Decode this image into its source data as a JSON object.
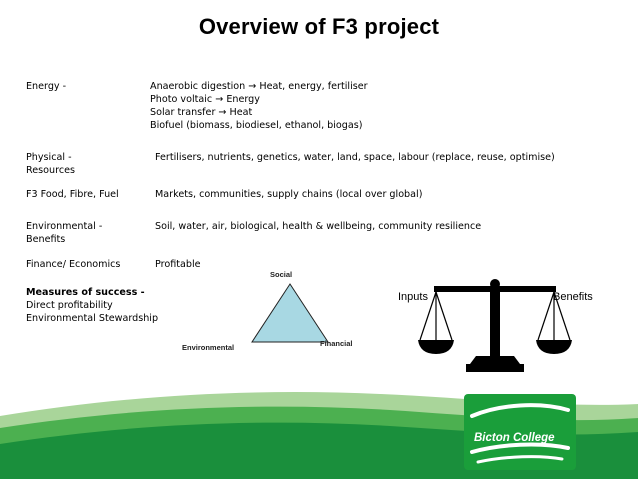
{
  "title": "Overview of F3 project",
  "rows": [
    {
      "label": [
        "Energy   -"
      ],
      "values": [
        "Anaerobic digestion → Heat, energy, fertiliser",
        "Photo voltaic → Energy",
        "Solar transfer → Heat",
        "Biofuel (biomass, biodiesel, ethanol, biogas)"
      ]
    },
    {
      "label": [
        "Physical -",
        "Resources"
      ],
      "values": [
        "Fertilisers, nutrients, genetics, water, land, space, labour (replace, reuse, optimise)"
      ]
    },
    {
      "label": [
        "F3 Food, Fibre, Fuel"
      ],
      "values": [
        "Markets, communities, supply chains (local over global)"
      ]
    },
    {
      "label": [
        "Environmental -",
        "Benefits"
      ],
      "values": [
        "Soil, water, air, biological, health & wellbeing, community resilience"
      ]
    },
    {
      "label": [
        "Finance/ Economics"
      ],
      "values": [
        "Profitable"
      ]
    }
  ],
  "measures": {
    "heading": "Measures of success -",
    "items": [
      "Direct profitability",
      "Environmental Stewardship"
    ]
  },
  "triangle": {
    "top": "Social",
    "left": "Environmental",
    "right": "Financial",
    "fill": "#a8d8e3"
  },
  "scale": {
    "left": "Inputs",
    "right": "Benefits"
  },
  "logo": {
    "name": "Bicton College",
    "color": "#1a9e3a"
  },
  "colors": {
    "green_dark": "#1a8f3c",
    "green_mid": "#4cb050",
    "green_light": "#a9d59a"
  }
}
